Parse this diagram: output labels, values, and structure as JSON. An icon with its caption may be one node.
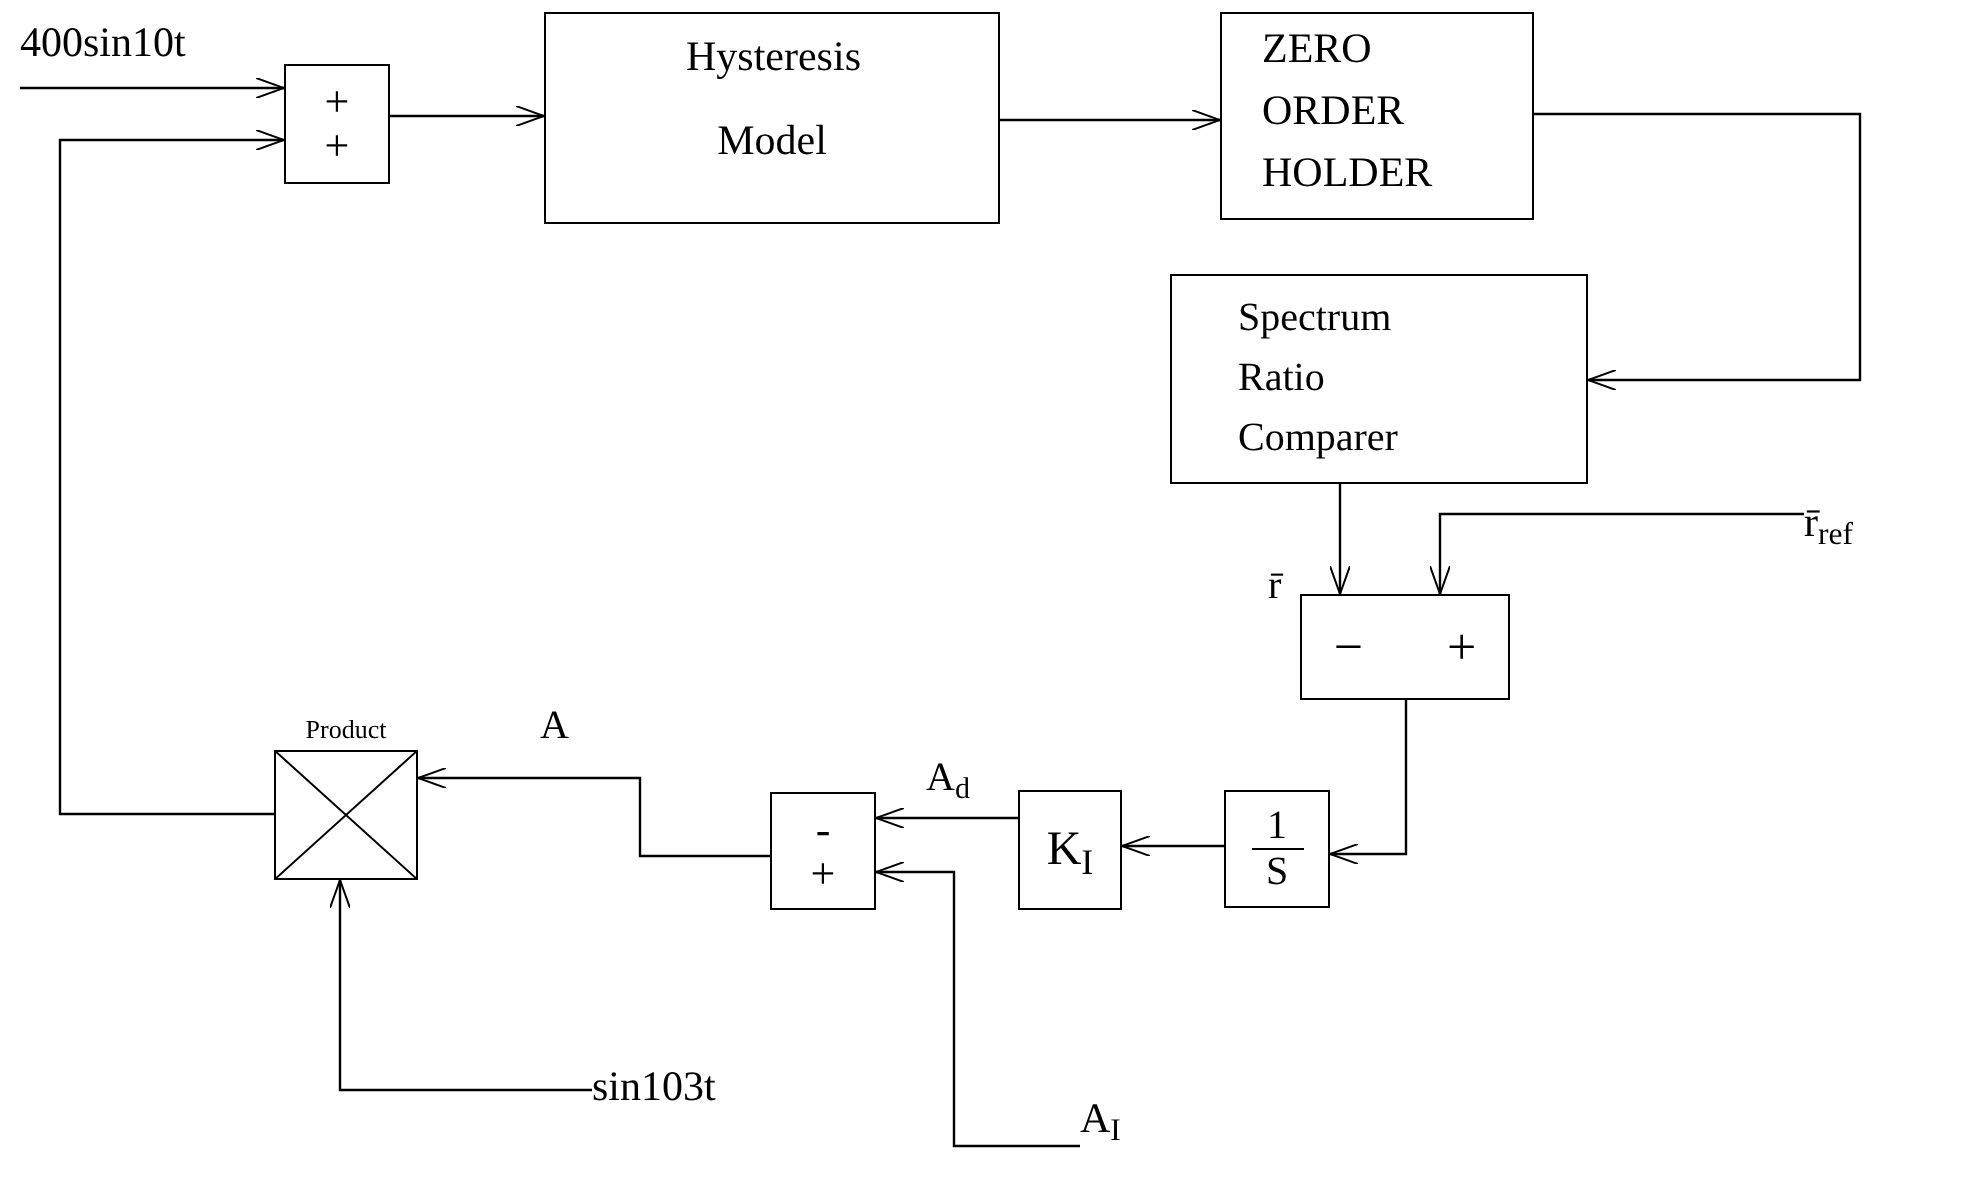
{
  "diagram": {
    "nodes": [
      {
        "text": [
          "+",
          "+"
        ]
      },
      {
        "text": [
          "Hysteresis Model"
        ]
      },
      {
        "text": [
          "ZERO ORDER HOLDER"
        ]
      },
      {
        "text": [
          "Spectrum Ratio Comparer"
        ]
      },
      {
        "text": [
          "−",
          "+"
        ]
      },
      {
        "text": [
          "1",
          "S"
        ]
      },
      {
        "text": [
          "K$_{I}$"
        ]
      },
      {
        "text": [
          "-",
          "+"
        ]
      },
      {
        "text": [
          "Product"
        ]
      },
      {
        "text": [
          "400sin10t"
        ]
      },
      {
        "text": [
          "r̄$_{ref}$"
        ]
      },
      {
        "text": [
          "sin103t"
        ]
      },
      {
        "text": [
          "A$_{I}$"
        ]
      }
    ],
    "edges": [
      {
        "from": 9,
        "to": 0,
        "arrow": "to"
      },
      {
        "from": 8,
        "to": 0,
        "arrow": "to"
      },
      {
        "from": 0,
        "to": 1,
        "arrow": "to"
      },
      {
        "from": 1,
        "to": 2,
        "arrow": "to"
      },
      {
        "from": 2,
        "to": 3,
        "arrow": "to"
      },
      {
        "from": 3,
        "to": 4,
        "arrow": "to",
        "label": "r̄"
      },
      {
        "from": 10,
        "to": 4,
        "arrow": "to"
      },
      {
        "from": 4,
        "to": 5,
        "arrow": "to"
      },
      {
        "from": 5,
        "to": 6,
        "arrow": "to"
      },
      {
        "from": 6,
        "to": 7,
        "arrow": "to",
        "label": "A$_{d}$"
      },
      {
        "from": 7,
        "to": 8,
        "arrow": "to",
        "label": "A"
      },
      {
        "from": 11,
        "to": 8,
        "arrow": "to"
      },
      {
        "from": 12,
        "to": 7,
        "arrow": "to"
      }
    ]
  }
}
